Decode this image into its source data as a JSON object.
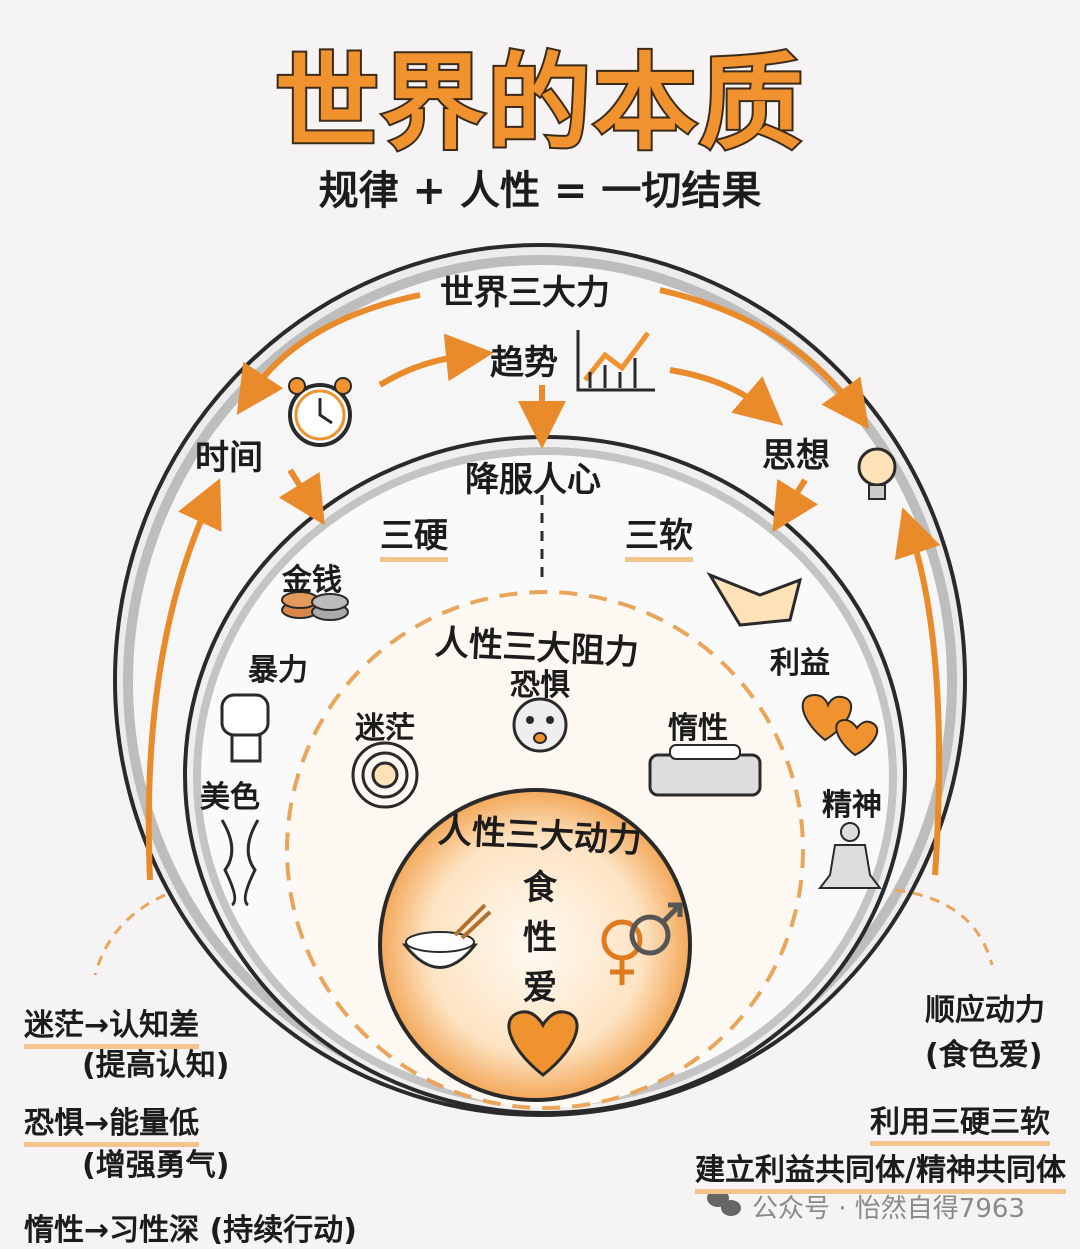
{
  "title": "世界的本质",
  "subtitle": "规律 + 人性 = 一切结果",
  "outer_ring": {
    "label": "世界三大力",
    "forces": [
      "时间",
      "趋势",
      "思想"
    ],
    "icons": [
      "alarm-clock-icon",
      "trend-chart-icon",
      "light-bulb-icon"
    ]
  },
  "middle_ring": {
    "label": "降服人心",
    "hard_label": "三硬",
    "soft_label": "三软",
    "hard_items": [
      "金钱",
      "暴力",
      "美色"
    ],
    "soft_items": [
      "利益",
      "精神"
    ]
  },
  "dashed_ring": {
    "label": "人性三大阻力",
    "items": [
      "恐惧",
      "迷茫",
      "惰性"
    ]
  },
  "inner_circle": {
    "label": "人性三大动力",
    "center_text": [
      "食",
      "性",
      "爱"
    ]
  },
  "left_notes": [
    {
      "main": "迷茫→认知差",
      "sub": "(提高认知)"
    },
    {
      "main": "恐惧→能量低",
      "sub": "(增强勇气)"
    },
    {
      "main": "惰性→习性深 (持续行动)",
      "sub": ""
    }
  ],
  "right_notes": {
    "line1": "顺应动力",
    "line2": "(食色爱)",
    "line3": "利用三硬三软",
    "line4": "建立利益共同体/精神共同体"
  },
  "watermark": "公众号 · 怡然自得7963",
  "colors": {
    "accent": "#f0922e",
    "ring": "#c9c9c9",
    "outline": "#2a2a2a"
  }
}
